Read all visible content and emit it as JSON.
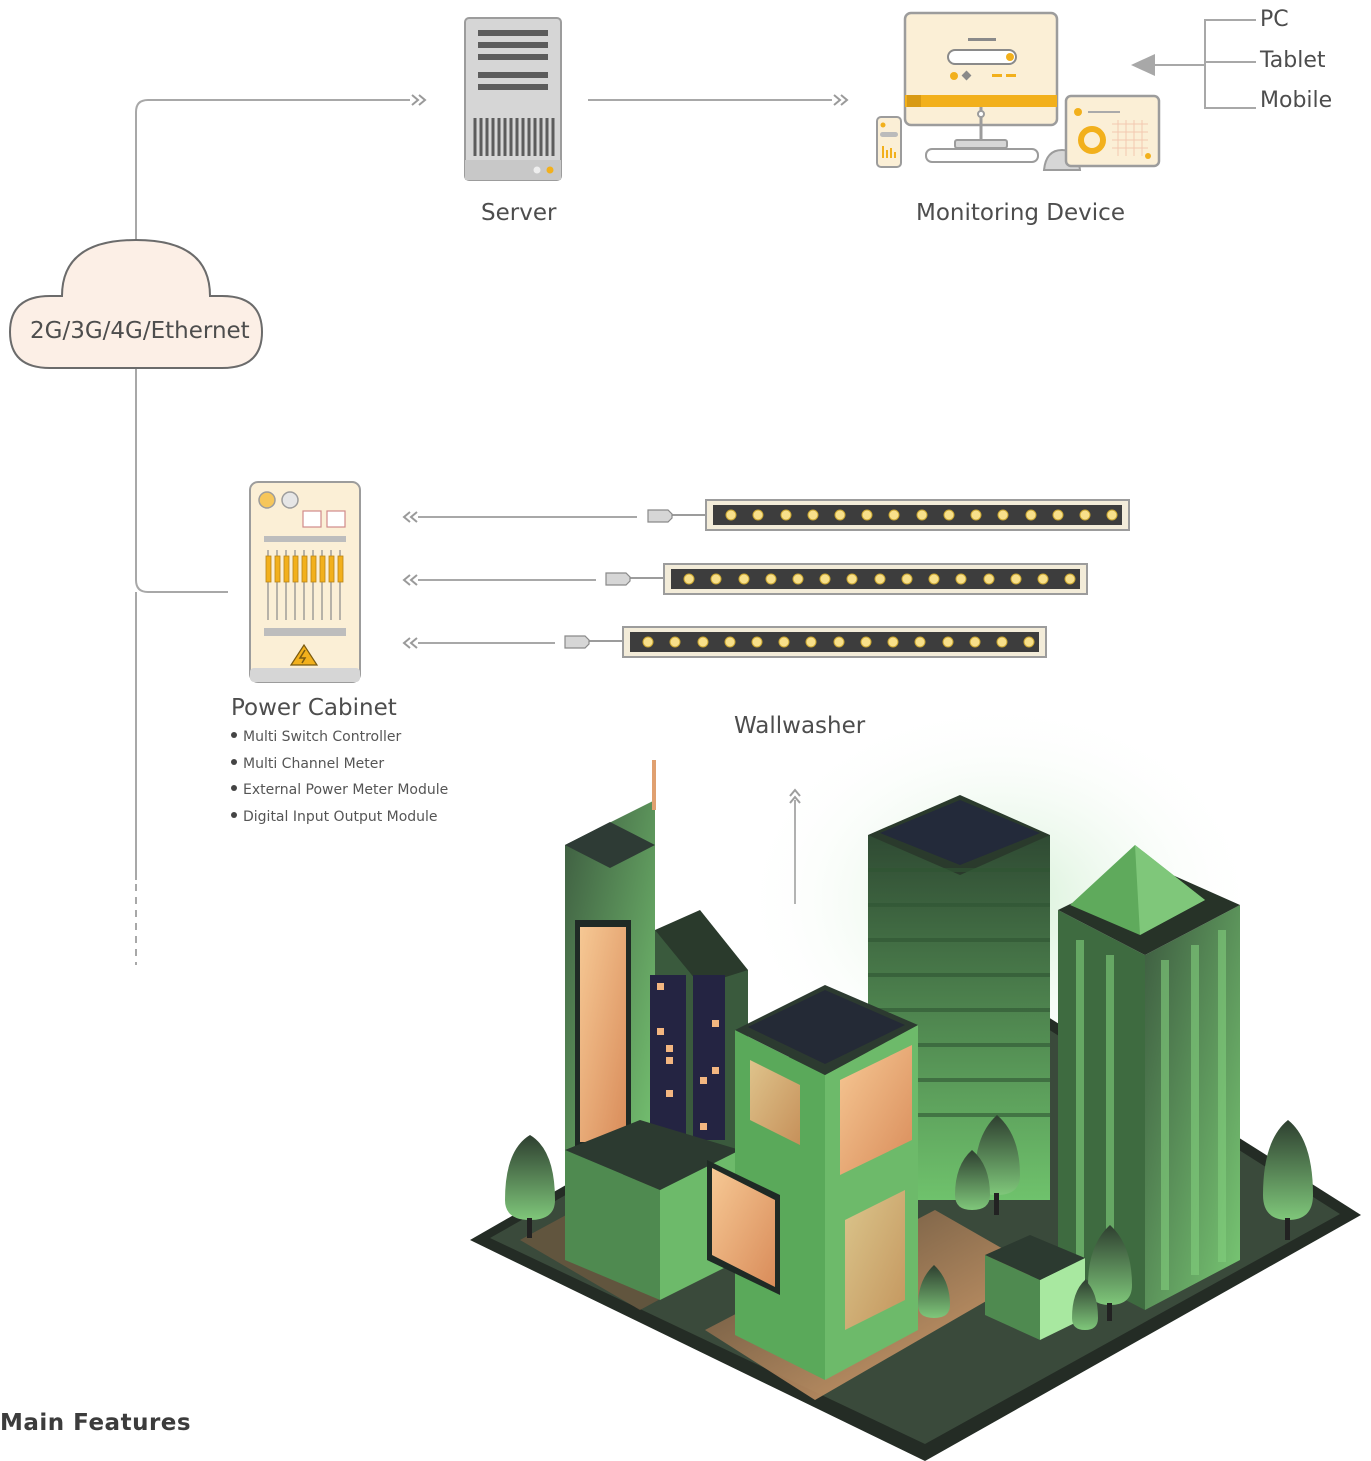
{
  "network": {
    "label": "2G/3G/4G/Ethernet"
  },
  "server": {
    "label": "Server"
  },
  "monitoring": {
    "label": "Monitoring Device",
    "devices": [
      "PC",
      "Tablet",
      "Mobile"
    ]
  },
  "power_cabinet": {
    "label": "Power Cabinet",
    "features": [
      "Multi Switch Controller",
      "Multi Channel Meter",
      "External Power Meter Module",
      "Digital Input Output Module"
    ]
  },
  "wallwasher": {
    "label": "Wallwasher"
  },
  "footer": {
    "title": "Main Features"
  },
  "colors": {
    "line": "#a8a8a8",
    "accent": "#f2b01c",
    "cream": "#fbefd6",
    "building_green": "#5fb35e",
    "building_dark": "#2b3a2c",
    "glass": "#f3b680",
    "cloud_fill": "#fcefe6"
  }
}
